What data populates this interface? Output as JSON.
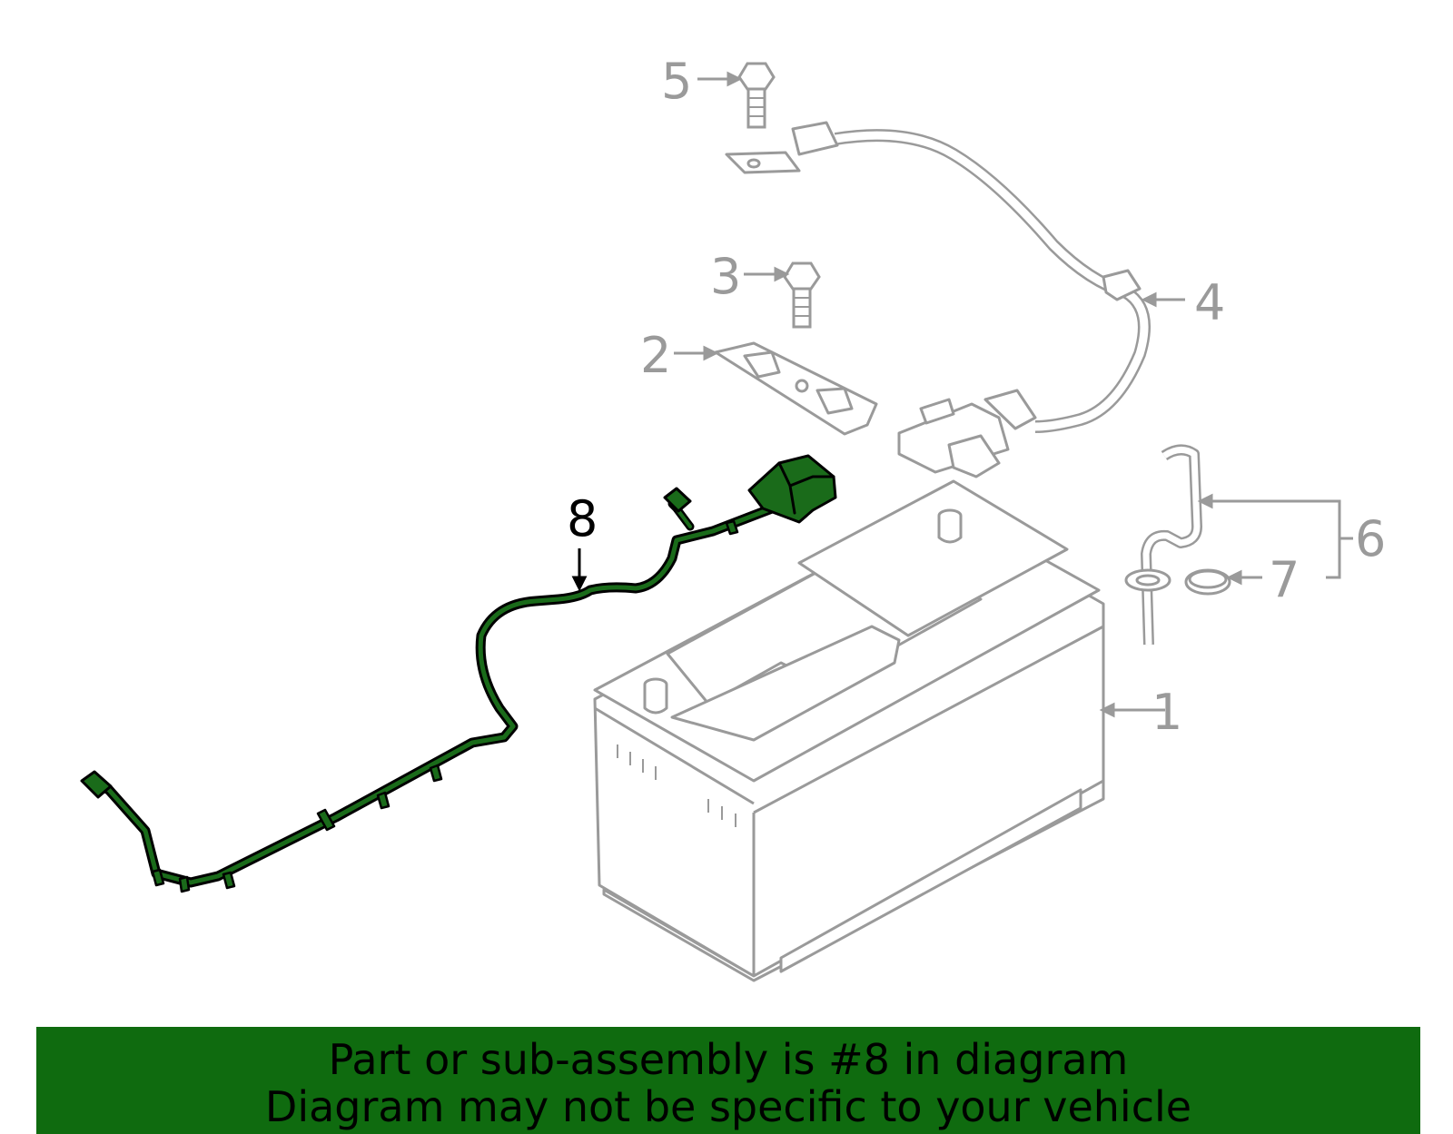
{
  "diagram": {
    "callouts": [
      {
        "id": "1",
        "label": "1"
      },
      {
        "id": "2",
        "label": "2"
      },
      {
        "id": "3",
        "label": "3"
      },
      {
        "id": "4",
        "label": "4"
      },
      {
        "id": "5",
        "label": "5"
      },
      {
        "id": "6",
        "label": "6"
      },
      {
        "id": "7",
        "label": "7"
      },
      {
        "id": "8",
        "label": "8"
      }
    ],
    "highlighted_part": "8",
    "colors": {
      "part_line": "#9a9a9a",
      "highlight_fill": "#1a6b1a",
      "highlight_outline": "#000000"
    }
  },
  "banner": {
    "line1": "Part or sub-assembly is #8 in diagram",
    "line2": "Diagram may not be specific to your vehicle",
    "background": "#0f6b0f"
  }
}
